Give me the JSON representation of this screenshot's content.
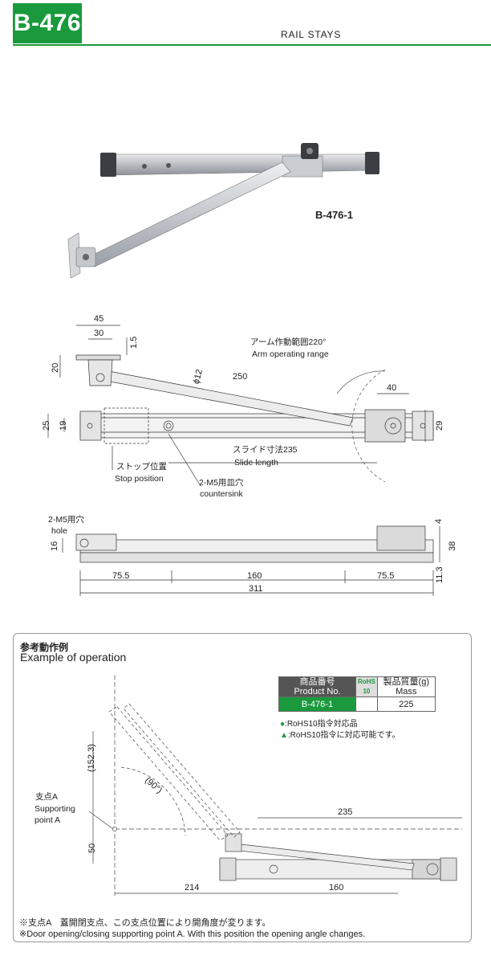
{
  "header": {
    "code": "B-476",
    "title": "RAIL STAYS",
    "accent_color": "#1a9a3c"
  },
  "product_photo": {
    "label": "B-476-1"
  },
  "top_drawing": {
    "dims": {
      "d45": "45",
      "d30": "30",
      "d1_5": "1.5",
      "d20": "20",
      "d12": "ϕ12",
      "d250": "250",
      "d40": "40",
      "d29": "29",
      "d25": "25",
      "d19": "19"
    },
    "labels": {
      "arm_range_jp": "アーム作動範囲220°",
      "arm_range_en": "Arm operating range",
      "slide_jp": "スライド寸法235",
      "slide_en": "Slide length",
      "stop_jp": "ストップ位置",
      "stop_en": "Stop position",
      "csk_jp": "2-M5用皿穴",
      "csk_en": "countersink"
    }
  },
  "side_drawing": {
    "dims": {
      "d16": "16",
      "d4": "4",
      "d38": "38",
      "d11_3": "11.3",
      "d75_5a": "75.5",
      "d160": "160",
      "d75_5b": "75.5",
      "d311": "311"
    },
    "labels": {
      "hole_jp": "2-M5用穴",
      "hole_en": "hole"
    }
  },
  "operation": {
    "title_jp": "参考動作例",
    "title_en": "Example of operation",
    "dims": {
      "d152_3": "(152.3)",
      "d90": "(90°)",
      "d235": "235",
      "d50": "50",
      "d214": "214",
      "d160": "160"
    },
    "labels": {
      "support_jp": "支点A",
      "support_en1": "Supporting",
      "support_en2": "point A"
    },
    "table": {
      "col1_jp": "商品番号",
      "col1_en": "Product No.",
      "rohs": "RoHS",
      "rohs_sub": "10",
      "col3_jp": "製品質量(g)",
      "col3_en": "Mass",
      "row_code": "B-476-1",
      "row_rohs": "",
      "row_mass": "225"
    },
    "legend": {
      "dot_symbol": "●",
      "dot_text": ":RoHS10指令対応品",
      "tri_symbol": "▲",
      "tri_text": ":RoHS10指令に対応可能です。"
    },
    "note_jp": "※支点A　蓋開閉支点、この支点位置により開角度が変ります。",
    "note_en": "※Door opening/closing supporting point A. With this position the opening angle changes."
  }
}
